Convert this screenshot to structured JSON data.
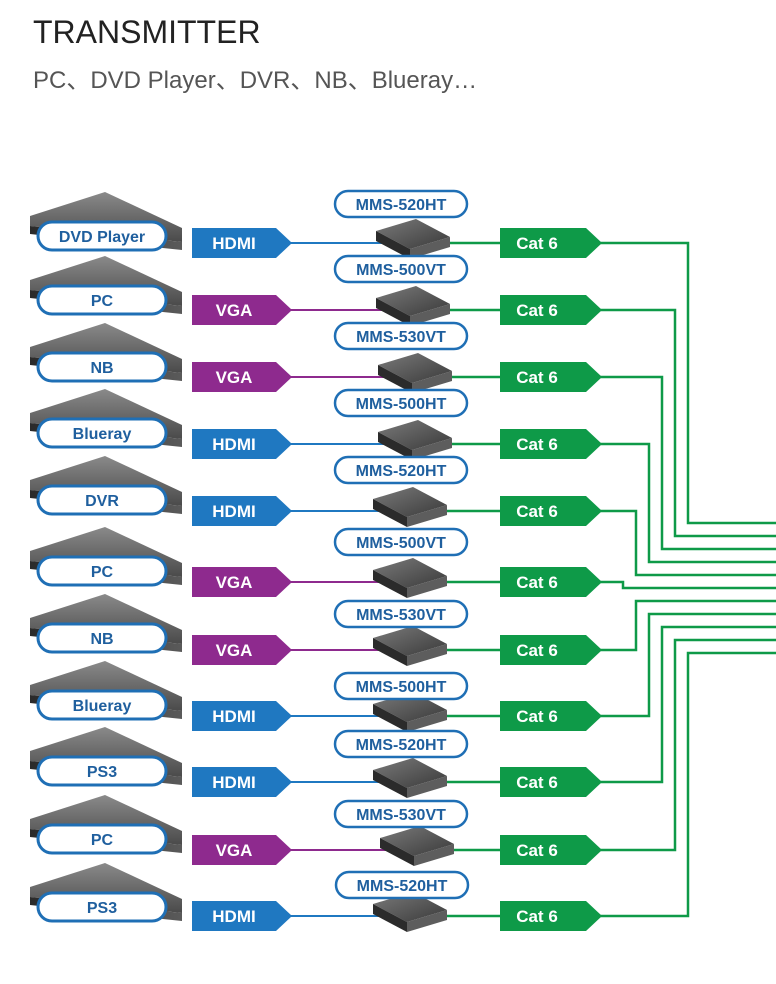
{
  "header": {
    "title": "TRANSMITTER",
    "subtitle": "PC、DVD Player、DVR、NB、Blueray…"
  },
  "colors": {
    "hdmi": "#1f78c1",
    "vga": "#8e2a8e",
    "cat6": "#0e9a48",
    "pill_border": "#1f6fb5",
    "pill_text": "#1f5f9e"
  },
  "rows": [
    {
      "source": "DVD Player",
      "signal": "HDMI",
      "cable": "Cat 6"
    },
    {
      "source": "PC",
      "signal": "VGA",
      "cable": "Cat 6"
    },
    {
      "source": "NB",
      "signal": "VGA",
      "cable": "Cat 6"
    },
    {
      "source": "Blueray",
      "signal": "HDMI",
      "cable": "Cat 6"
    },
    {
      "source": "DVR",
      "signal": "HDMI",
      "cable": "Cat 6"
    },
    {
      "source": "PC",
      "signal": "VGA",
      "cable": "Cat 6"
    },
    {
      "source": "NB",
      "signal": "VGA",
      "cable": "Cat 6"
    },
    {
      "source": "Blueray",
      "signal": "HDMI",
      "cable": "Cat 6"
    },
    {
      "source": "PS3",
      "signal": "HDMI",
      "cable": "Cat 6"
    },
    {
      "source": "PC",
      "signal": "VGA",
      "cable": "Cat 6"
    },
    {
      "source": "PS3",
      "signal": "HDMI",
      "cable": "Cat 6"
    }
  ],
  "models": [
    "MMS-520HT",
    "MMS-500VT",
    "MMS-530VT",
    "MMS-500HT",
    "MMS-520HT",
    "MMS-500VT",
    "MMS-530VT",
    "MMS-500HT",
    "MMS-520HT",
    "MMS-530VT",
    "MMS-520HT"
  ]
}
